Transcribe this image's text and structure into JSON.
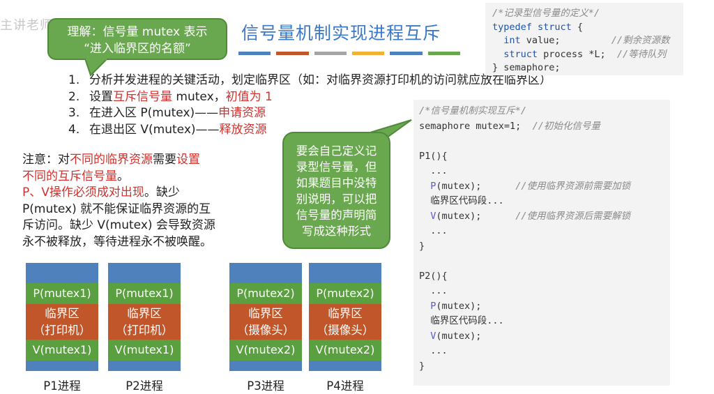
{
  "watermark": "主讲老师 LMing",
  "title": "信号量机制实现进程互斥",
  "color_bar": [
    "#4f81bd",
    "#c0562a",
    "#a5a5a5",
    "#f2b134",
    "#4f81bd",
    "#6aa84f"
  ],
  "callout_top": {
    "line1": "理解：信号量 mutex 表示",
    "line2": "“进入临界区的名额”"
  },
  "steps": [
    {
      "num": "1.",
      "parts": [
        {
          "t": "分析并发进程的关键活动，划定临界区（如：对临界资源打印机的访问就应放在临界区）",
          "red": false
        }
      ]
    },
    {
      "num": "2.",
      "parts": [
        {
          "t": "设置",
          "red": false
        },
        {
          "t": "互斥信号量",
          "red": true
        },
        {
          "t": " mutex，",
          "red": false
        },
        {
          "t": "初值为 1",
          "red": true
        }
      ]
    },
    {
      "num": "3.",
      "parts": [
        {
          "t": "在进入区 P(mutex)——",
          "red": false
        },
        {
          "t": "申请资源",
          "red": true
        }
      ]
    },
    {
      "num": "4.",
      "parts": [
        {
          "t": "在退出区 V(mutex)——",
          "red": false
        },
        {
          "t": "释放资源",
          "red": true
        }
      ]
    }
  ],
  "note": {
    "l1a": "注意：对",
    "l1b": "不同的临界资源",
    "l1c": "需要",
    "l1d": "设置",
    "l2a": "不同的互斥信号量",
    "l2b": "。",
    "l3a": "P、V操作必须成对出现",
    "l3b": "。缺少",
    "l4": "P(mutex) 就不能保证临界资源的互",
    "l5": "斥访问。缺少 V(mutex) 会导致资源",
    "l6": "永不被释放，等待进程永不被唤醒。"
  },
  "callout_mid": [
    "要会自己定义记",
    "录型信号量，但",
    "如果题目中没特",
    "别说明，可以把",
    "信号量的声明简",
    "写成这种形式"
  ],
  "code_struct": {
    "comment": "/*记录型信号量的定义*/",
    "l1_kw": "typedef struct",
    "l1_rest": " {",
    "l2_indent": "  ",
    "l2_kw": "int",
    "l2_rest": " value;         ",
    "l2_cm": "//剩余资源数",
    "l3_indent": "  ",
    "l3_kw": "struct",
    "l3_rest": " process *L;  ",
    "l3_cm": "//等待队列",
    "l4": "} semaphore;"
  },
  "code_main": {
    "l01": "/*信号量机制实现互斥*/",
    "l02a": "semaphore mutex=1;  ",
    "l02b": "//初始化信号量",
    "l03": "",
    "l04": "P1(){",
    "l05": "  ...",
    "l06a": "  P",
    "l06b": "(mutex);      ",
    "l06c": "//使用临界资源前需要加锁",
    "l07": "  临界区代码段...",
    "l08a": "  V",
    "l08b": "(mutex);      ",
    "l08c": "//使用临界资源后需要解锁",
    "l09": "  ...",
    "l10": "}",
    "l11": "",
    "l12": "P2(){",
    "l13": "  ...",
    "l14a": "  P",
    "l14b": "(mutex);",
    "l15": "  临界区代码段...",
    "l16a": "  V",
    "l16b": "(mutex);",
    "l17": "  ...",
    "l18": "}"
  },
  "processes": [
    {
      "p": "P(mutex1)",
      "cs1": "临界区",
      "cs2": "（打印机）",
      "v": "V(mutex1)",
      "label": "P1进程"
    },
    {
      "p": "P(mutex1)",
      "cs1": "临界区",
      "cs2": "（打印机）",
      "v": "V(mutex1)",
      "label": "P2进程"
    },
    {
      "p": "P(mutex2)",
      "cs1": "临界区",
      "cs2": "（摄像头）",
      "v": "V(mutex2)",
      "label": "P3进程"
    },
    {
      "p": "P(mutex2)",
      "cs1": "临界区",
      "cs2": "（摄像头）",
      "v": "V(mutex2)",
      "label": "P4进程"
    }
  ]
}
